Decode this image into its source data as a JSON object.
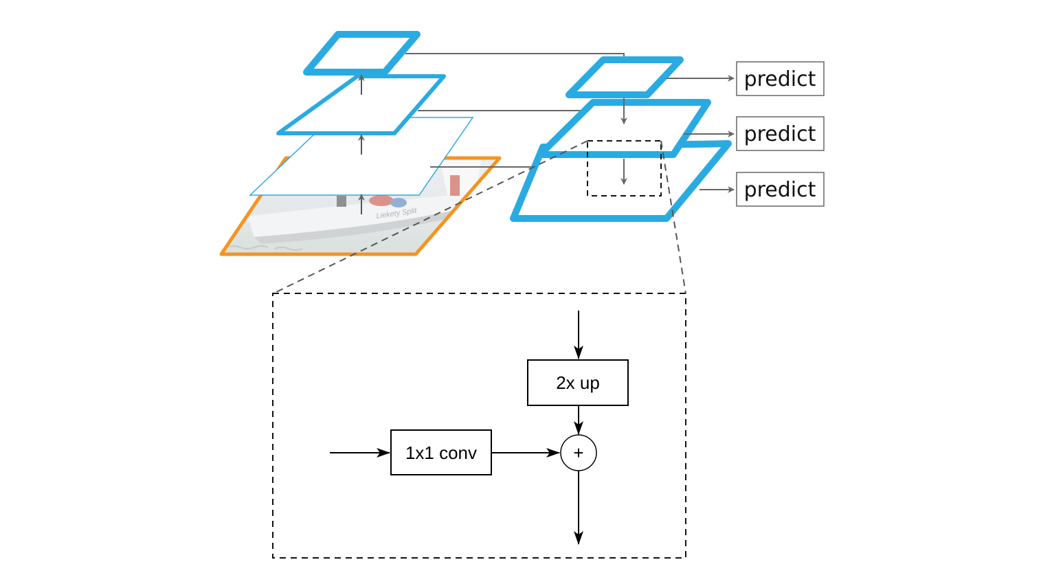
{
  "diagram": {
    "title": "",
    "colors": {
      "feature_map": "#29abe2",
      "input_image_border": "#f7931e",
      "connection": "#666666",
      "detail_line": "#000000",
      "dashed": "#333333"
    },
    "bottom_up_pathway": {
      "input_image": {
        "label": "input image (sailboat photo)",
        "caption": "Liekety Split"
      },
      "levels": [
        "level-1",
        "level-2",
        "level-3"
      ]
    },
    "top_down_pathway": {
      "levels": [
        "top",
        "middle",
        "bottom"
      ]
    },
    "predict_boxes": [
      {
        "label": "predict"
      },
      {
        "label": "predict"
      },
      {
        "label": "predict"
      }
    ],
    "detail_block": {
      "upsample_label": "2x up",
      "lateral_label": "1x1 conv",
      "merge_symbol": "+"
    }
  }
}
